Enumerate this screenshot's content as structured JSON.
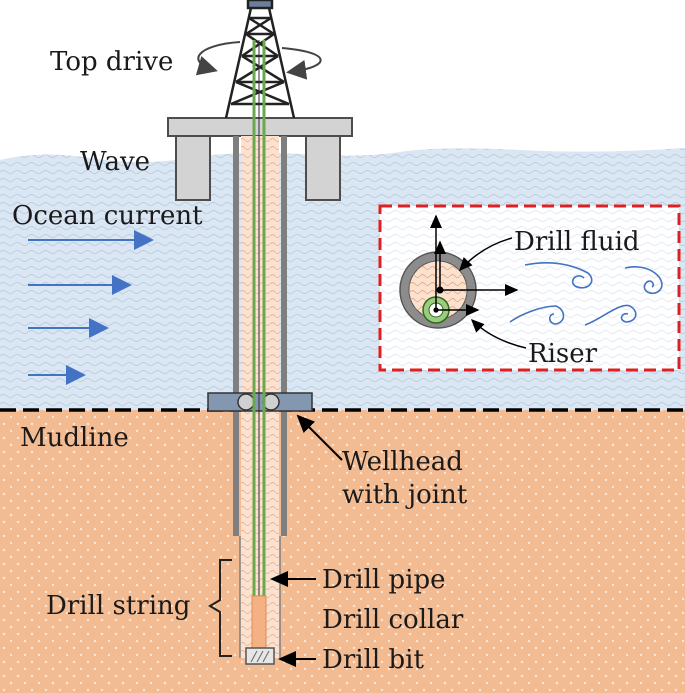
{
  "labels": {
    "top_drive": "Top drive",
    "wave": "Wave",
    "ocean_current": "Ocean current",
    "mudline": "Mudline",
    "wellhead_line1": "Wellhead",
    "wellhead_line2": "with joint",
    "drill_string": "Drill string",
    "drill_pipe": "Drill pipe",
    "drill_collar": "Drill collar",
    "drill_bit": "Drill bit",
    "drill_fluid": "Drill fluid",
    "riser": "Riser"
  },
  "colors": {
    "sea": "#dbe6f3",
    "sea_texture": "#a9c1df",
    "soil": "#f3bb92",
    "soil_dots": "#fbe6d6",
    "platform": "#d3d3d3",
    "platform_stroke": "#4d4d4d",
    "drill_pipe": "#6aa84f",
    "drill_collar": "#f4b183",
    "riser": "#7f7f7f",
    "current_arrow": "#4472c4",
    "inset_border": "#e02020",
    "vortex": "#4472c4",
    "fluid": "#f4a57a",
    "wellhead": "#8497b0"
  },
  "icons": {
    "current": "right-arrow-icon",
    "rotation": "rotation-arrow-icon",
    "vortex": "spiral-vortex-icon"
  }
}
